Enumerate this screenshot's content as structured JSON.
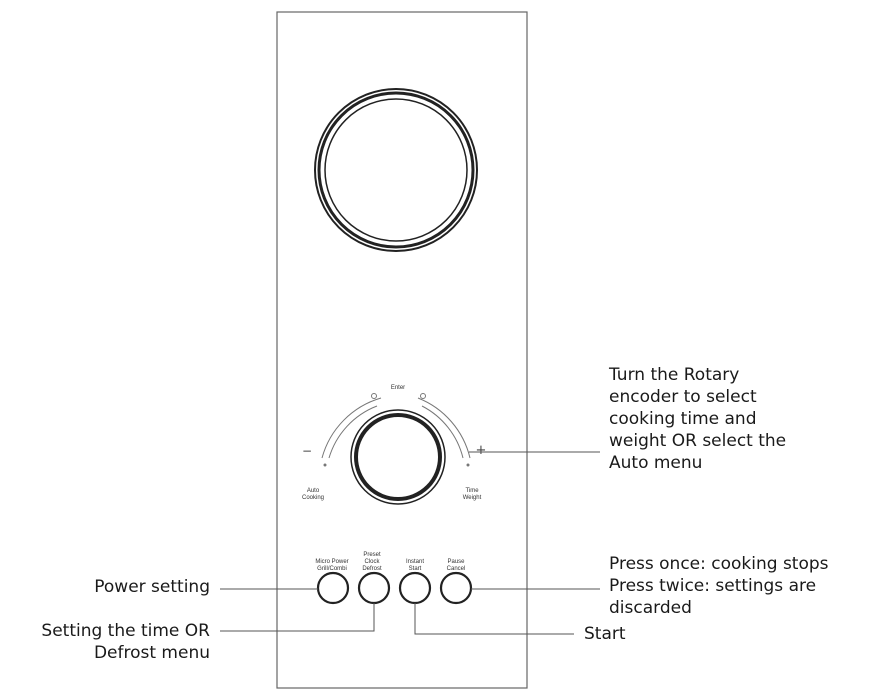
{
  "panel_labels": {
    "enter": "Enter",
    "minus": "−",
    "plus": "+",
    "auto_cooking": [
      "Auto",
      "Cooking"
    ],
    "time_weight": [
      "Time",
      "Weight"
    ],
    "btn_micro_power": [
      "Micro  Power",
      "Grill/Combi"
    ],
    "btn_preset_clock": [
      "Preset",
      "Clock",
      "Defrost"
    ],
    "btn_instant_start": [
      "Instant",
      "Start"
    ],
    "btn_pause_cancel": [
      "Pause",
      "Cancel"
    ]
  },
  "callouts": {
    "rotary": [
      "Turn the Rotary",
      "encoder to select",
      "cooking time and",
      "weight OR select the",
      "Auto menu"
    ],
    "pause": [
      "Press once: cooking stops",
      "Press twice: settings are",
      "discarded"
    ],
    "power": [
      "Power setting"
    ],
    "time_defrost": [
      "Setting the time OR",
      "Defrost menu"
    ],
    "start": [
      "Start"
    ]
  },
  "colors": {
    "line": "#555555",
    "panel_border": "#666666",
    "knob_ring": "#222222"
  }
}
